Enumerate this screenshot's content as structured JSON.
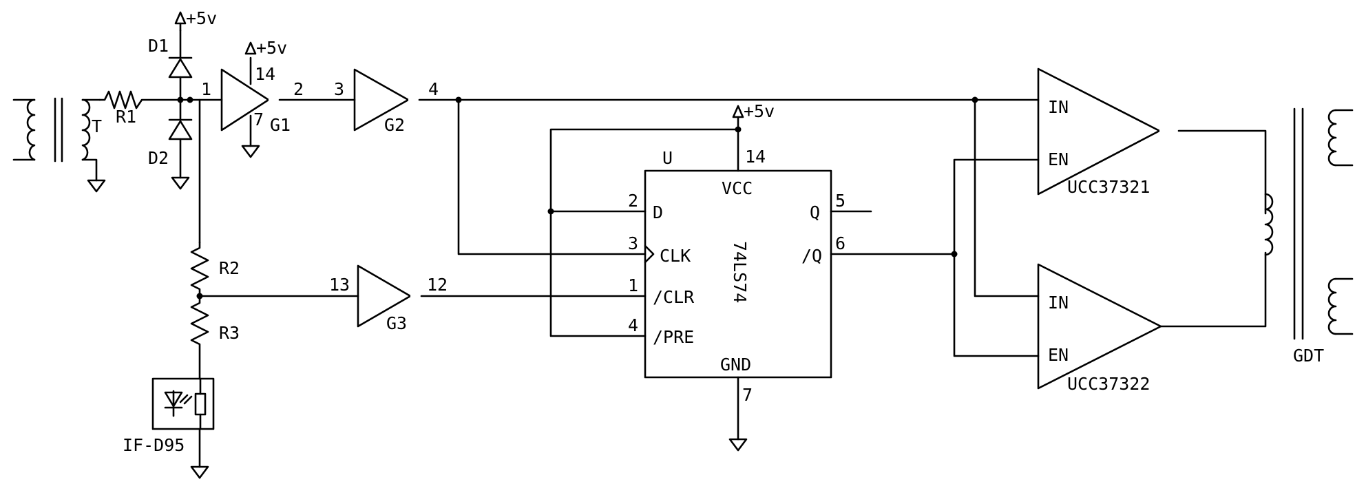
{
  "labels": {
    "vcc_d1": "+5v",
    "vcc_g1": "+5v",
    "vcc_u": "+5v",
    "d1": "D1",
    "d2": "D2",
    "r1": "R1",
    "r2": "R2",
    "r3": "R3",
    "t": "T",
    "g1": "G1",
    "g2": "G2",
    "g3": "G3",
    "u": "U",
    "chip": "74LS74",
    "sensor": "IF-D95",
    "drv1": "UCC37321",
    "drv2": "UCC37322",
    "gdt": "GDT"
  },
  "pins": {
    "n1": "1",
    "n2": "2",
    "n3": "3",
    "n4": "4",
    "g1_vcc": "14",
    "g1_gnd": "7",
    "g3_in": "13",
    "g3_out": "12",
    "u_vcc": "14",
    "u_gnd": "7",
    "u_d": "2",
    "u_clk": "3",
    "u_clr": "1",
    "u_pre": "4",
    "u_q": "5",
    "u_nq": "6"
  },
  "pin_names": {
    "vcc": "VCC",
    "gnd": "GND",
    "d": "D",
    "clk": "CLK",
    "clr": "/CLR",
    "pre": "/PRE",
    "q": "Q",
    "nq": "/Q",
    "drv1_in": "IN",
    "drv1_en": "EN",
    "drv2_in": "IN",
    "drv2_en": "EN"
  }
}
